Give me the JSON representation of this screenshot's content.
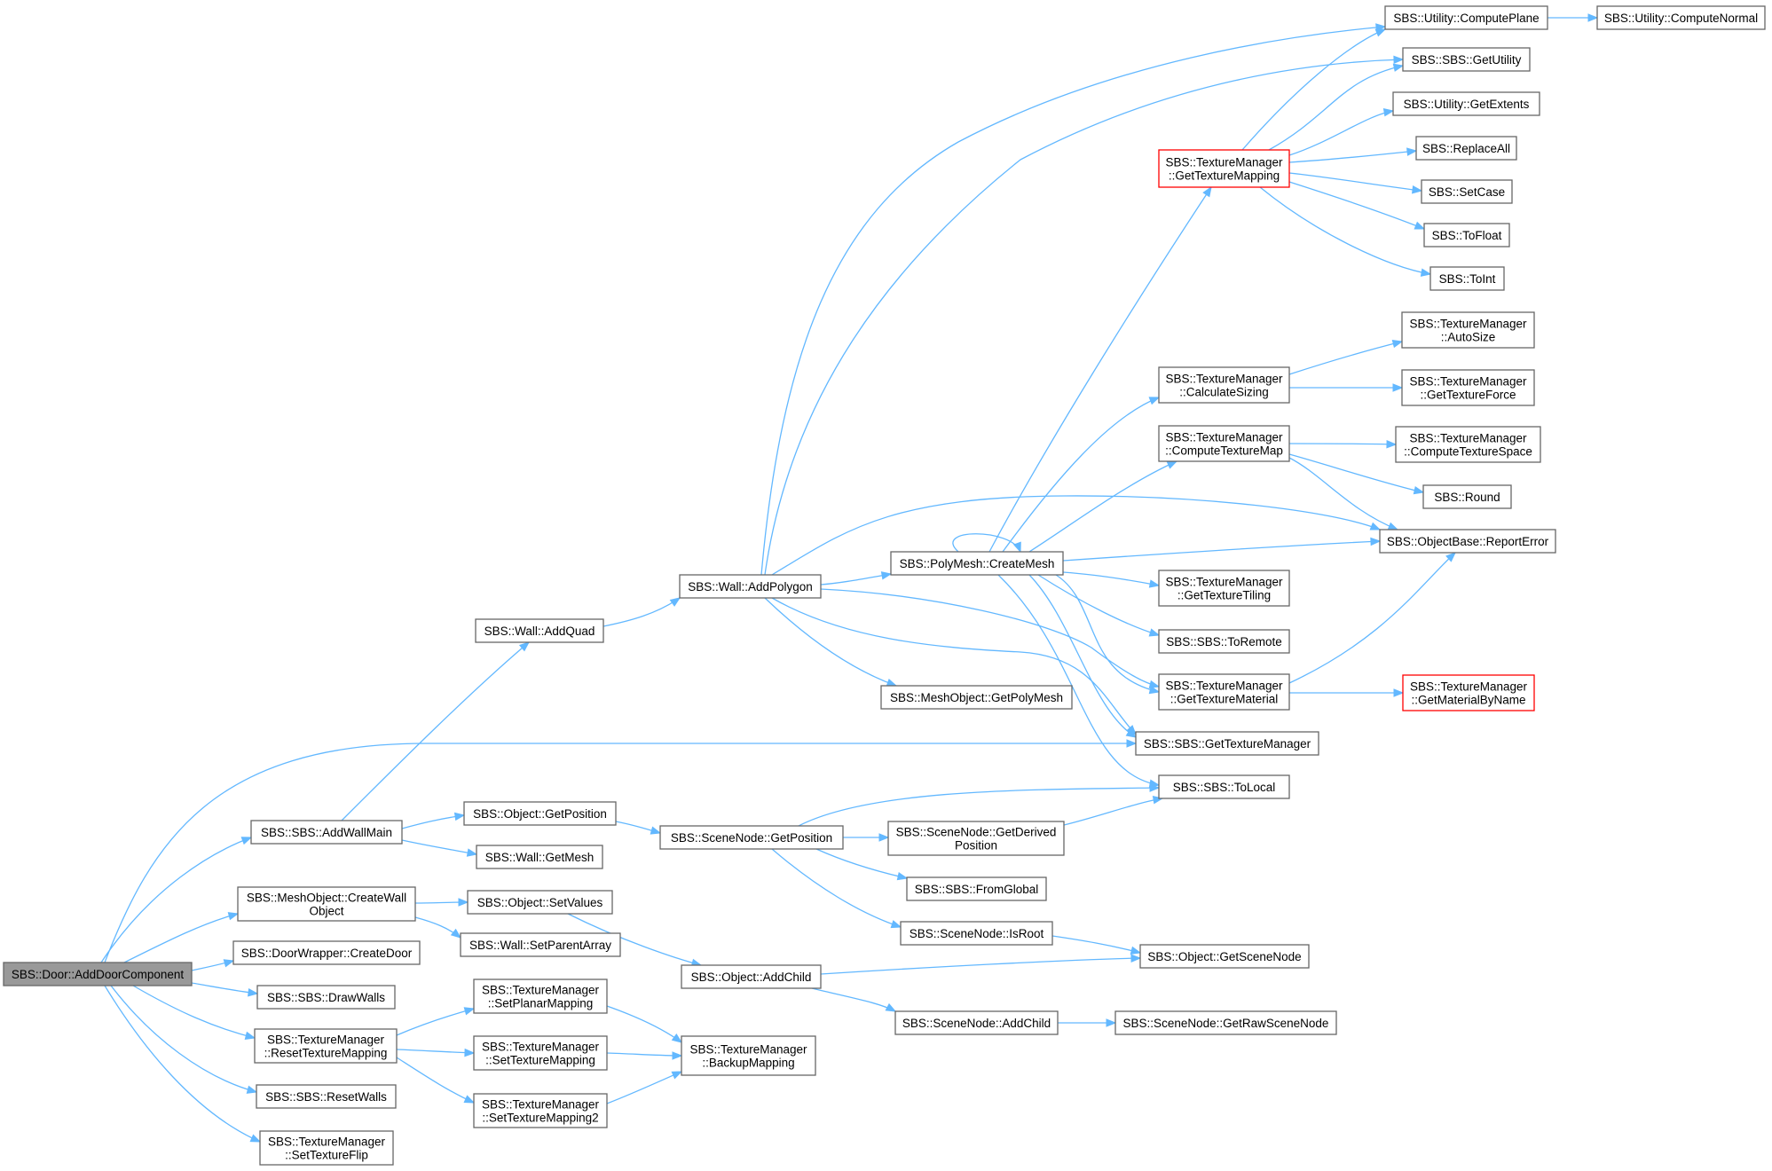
{
  "diagram": {
    "edge_color": "#63b8ff",
    "node_border_color": "#666666",
    "highlight_border_color": "#ff0000",
    "root_fill_color": "#999999",
    "nodes": {
      "n_root": {
        "lines": [
          "SBS::Door::AddDoorComponent"
        ],
        "style": "root"
      },
      "n_addwallmain": {
        "lines": [
          "SBS::SBS::AddWallMain"
        ]
      },
      "n_createwallobj": {
        "lines": [
          "SBS::MeshObject::CreateWall",
          "Object"
        ]
      },
      "n_createdoor": {
        "lines": [
          "SBS::DoorWrapper::CreateDoor"
        ]
      },
      "n_drawwalls": {
        "lines": [
          "SBS::SBS::DrawWalls"
        ]
      },
      "n_resettexmap": {
        "lines": [
          "SBS::TextureManager",
          "::ResetTextureMapping"
        ]
      },
      "n_resetwalls": {
        "lines": [
          "SBS::SBS::ResetWalls"
        ]
      },
      "n_settexflip": {
        "lines": [
          "SBS::TextureManager",
          "::SetTextureFlip"
        ]
      },
      "n_addquad": {
        "lines": [
          "SBS::Wall::AddQuad"
        ]
      },
      "n_objgetpos": {
        "lines": [
          "SBS::Object::GetPosition"
        ]
      },
      "n_wallgetmesh": {
        "lines": [
          "SBS::Wall::GetMesh"
        ]
      },
      "n_setvalues": {
        "lines": [
          "SBS::Object::SetValues"
        ]
      },
      "n_setparentarray": {
        "lines": [
          "SBS::Wall::SetParentArray"
        ]
      },
      "n_setplanar": {
        "lines": [
          "SBS::TextureManager",
          "::SetPlanarMapping"
        ]
      },
      "n_settexmapping": {
        "lines": [
          "SBS::TextureManager",
          "::SetTextureMapping"
        ]
      },
      "n_settexmapping2": {
        "lines": [
          "SBS::TextureManager",
          "::SetTextureMapping2"
        ]
      },
      "n_addpolygon": {
        "lines": [
          "SBS::Wall::AddPolygon"
        ]
      },
      "n_scenegetpos": {
        "lines": [
          "SBS::SceneNode::GetPosition"
        ]
      },
      "n_objaddchild": {
        "lines": [
          "SBS::Object::AddChild"
        ]
      },
      "n_backup": {
        "lines": [
          "SBS::TextureManager",
          "::BackupMapping"
        ]
      },
      "n_createmesh": {
        "lines": [
          "SBS::PolyMesh::CreateMesh"
        ]
      },
      "n_getpolymesh": {
        "lines": [
          "SBS::MeshObject::GetPolyMesh"
        ]
      },
      "n_getderived": {
        "lines": [
          "SBS::SceneNode::GetDerived",
          "Position"
        ]
      },
      "n_fromglobal": {
        "lines": [
          "SBS::SBS::FromGlobal"
        ]
      },
      "n_isroot": {
        "lines": [
          "SBS::SceneNode::IsRoot"
        ]
      },
      "n_sceneaddchild": {
        "lines": [
          "SBS::SceneNode::AddChild"
        ]
      },
      "n_gettexmapping": {
        "lines": [
          "SBS::TextureManager",
          "::GetTextureMapping"
        ],
        "style": "warn"
      },
      "n_calcsizing": {
        "lines": [
          "SBS::TextureManager",
          "::CalculateSizing"
        ]
      },
      "n_computetexmap": {
        "lines": [
          "SBS::TextureManager",
          "::ComputeTextureMap"
        ]
      },
      "n_gettiling": {
        "lines": [
          "SBS::TextureManager",
          "::GetTextureTiling"
        ]
      },
      "n_toremote": {
        "lines": [
          "SBS::SBS::ToRemote"
        ]
      },
      "n_gettexmaterial": {
        "lines": [
          "SBS::TextureManager",
          "::GetTextureMaterial"
        ]
      },
      "n_gettexmanager": {
        "lines": [
          "SBS::SBS::GetTextureManager"
        ]
      },
      "n_tolocal": {
        "lines": [
          "SBS::SBS::ToLocal"
        ]
      },
      "n_getscenenode": {
        "lines": [
          "SBS::Object::GetSceneNode"
        ]
      },
      "n_getrawscenenode": {
        "lines": [
          "SBS::SceneNode::GetRawSceneNode"
        ]
      },
      "n_computeplane": {
        "lines": [
          "SBS::Utility::ComputePlane"
        ]
      },
      "n_getutility": {
        "lines": [
          "SBS::SBS::GetUtility"
        ]
      },
      "n_getextents": {
        "lines": [
          "SBS::Utility::GetExtents"
        ]
      },
      "n_replaceall": {
        "lines": [
          "SBS::ReplaceAll"
        ]
      },
      "n_setcase": {
        "lines": [
          "SBS::SetCase"
        ]
      },
      "n_tofloat": {
        "lines": [
          "SBS::ToFloat"
        ]
      },
      "n_toint": {
        "lines": [
          "SBS::ToInt"
        ]
      },
      "n_autosize": {
        "lines": [
          "SBS::TextureManager",
          "::AutoSize"
        ]
      },
      "n_gettexforce": {
        "lines": [
          "SBS::TextureManager",
          "::GetTextureForce"
        ]
      },
      "n_computetexspace": {
        "lines": [
          "SBS::TextureManager",
          "::ComputeTextureSpace"
        ]
      },
      "n_round": {
        "lines": [
          "SBS::Round"
        ]
      },
      "n_reporterror": {
        "lines": [
          "SBS::ObjectBase::ReportError"
        ]
      },
      "n_getmaterialbyname": {
        "lines": [
          "SBS::TextureManager",
          "::GetMaterialByName"
        ],
        "style": "warn"
      },
      "n_computenormal": {
        "lines": [
          "SBS::Utility::ComputeNormal"
        ]
      }
    },
    "edges": [
      [
        "n_root",
        "n_addwallmain"
      ],
      [
        "n_root",
        "n_createwallobj"
      ],
      [
        "n_root",
        "n_createdoor"
      ],
      [
        "n_root",
        "n_drawwalls"
      ],
      [
        "n_root",
        "n_resettexmap"
      ],
      [
        "n_root",
        "n_resetwalls"
      ],
      [
        "n_root",
        "n_settexflip"
      ],
      [
        "n_root",
        "n_gettexmanager"
      ],
      [
        "n_addwallmain",
        "n_addquad"
      ],
      [
        "n_addwallmain",
        "n_objgetpos"
      ],
      [
        "n_addwallmain",
        "n_wallgetmesh"
      ],
      [
        "n_createwallobj",
        "n_setvalues"
      ],
      [
        "n_createwallobj",
        "n_setparentarray"
      ],
      [
        "n_resettexmap",
        "n_setplanar"
      ],
      [
        "n_resettexmap",
        "n_settexmapping"
      ],
      [
        "n_resettexmap",
        "n_settexmapping2"
      ],
      [
        "n_setplanar",
        "n_backup"
      ],
      [
        "n_settexmapping",
        "n_backup"
      ],
      [
        "n_settexmapping2",
        "n_backup"
      ],
      [
        "n_addquad",
        "n_addpolygon"
      ],
      [
        "n_objgetpos",
        "n_scenegetpos"
      ],
      [
        "n_setvalues",
        "n_objaddchild"
      ],
      [
        "n_addpolygon",
        "n_computeplane"
      ],
      [
        "n_addpolygon",
        "n_getutility"
      ],
      [
        "n_addpolygon",
        "n_createmesh"
      ],
      [
        "n_addpolygon",
        "n_getpolymesh"
      ],
      [
        "n_addpolygon",
        "n_reporterror"
      ],
      [
        "n_addpolygon",
        "n_gettexmaterial"
      ],
      [
        "n_addpolygon",
        "n_gettexmanager"
      ],
      [
        "n_createmesh",
        "n_createmesh"
      ],
      [
        "n_createmesh",
        "n_gettexmapping"
      ],
      [
        "n_createmesh",
        "n_calcsizing"
      ],
      [
        "n_createmesh",
        "n_computetexmap"
      ],
      [
        "n_createmesh",
        "n_reporterror"
      ],
      [
        "n_createmesh",
        "n_gettiling"
      ],
      [
        "n_createmesh",
        "n_toremote"
      ],
      [
        "n_createmesh",
        "n_gettexmaterial"
      ],
      [
        "n_createmesh",
        "n_gettexmanager"
      ],
      [
        "n_createmesh",
        "n_tolocal"
      ],
      [
        "n_gettexmapping",
        "n_computeplane"
      ],
      [
        "n_gettexmapping",
        "n_getutility"
      ],
      [
        "n_gettexmapping",
        "n_getextents"
      ],
      [
        "n_gettexmapping",
        "n_replaceall"
      ],
      [
        "n_gettexmapping",
        "n_setcase"
      ],
      [
        "n_gettexmapping",
        "n_tofloat"
      ],
      [
        "n_gettexmapping",
        "n_toint"
      ],
      [
        "n_computeplane",
        "n_computenormal"
      ],
      [
        "n_calcsizing",
        "n_autosize"
      ],
      [
        "n_calcsizing",
        "n_gettexforce"
      ],
      [
        "n_computetexmap",
        "n_computetexspace"
      ],
      [
        "n_computetexmap",
        "n_round"
      ],
      [
        "n_computetexmap",
        "n_reporterror"
      ],
      [
        "n_gettexmaterial",
        "n_reporterror"
      ],
      [
        "n_gettexmaterial",
        "n_getmaterialbyname"
      ],
      [
        "n_scenegetpos",
        "n_tolocal"
      ],
      [
        "n_scenegetpos",
        "n_getderived"
      ],
      [
        "n_scenegetpos",
        "n_fromglobal"
      ],
      [
        "n_scenegetpos",
        "n_isroot"
      ],
      [
        "n_getderived",
        "n_tolocal"
      ],
      [
        "n_isroot",
        "n_getscenenode"
      ],
      [
        "n_objaddchild",
        "n_getscenenode"
      ],
      [
        "n_objaddchild",
        "n_sceneaddchild"
      ],
      [
        "n_sceneaddchild",
        "n_getrawscenenode"
      ]
    ]
  }
}
